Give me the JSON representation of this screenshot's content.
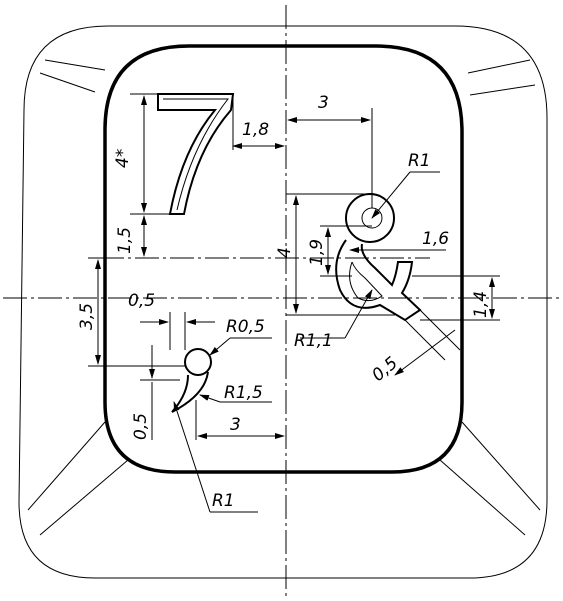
{
  "glyphs": {
    "digit": "7",
    "ampersand": "&"
  },
  "dimensions": {
    "d_4star": "4*",
    "d_1_8": "1,8",
    "d_3_top": "3",
    "d_r1_top": "R1",
    "d_4": "4",
    "d_1_9": "1,9",
    "d_1_6": "1,6",
    "d_1_5": "1,5",
    "d_3_5": "3,5",
    "d_0_5_left": "0,5",
    "d_r0_5": "R0,5",
    "d_1_4": "1,4",
    "d_r1_1": "R1,1",
    "d_0_5_right": "0,5",
    "d_r1_5": "R1,5",
    "d_0_5_bottom": "0,5",
    "d_3_bottom": "3",
    "d_r1_bottom": "R1"
  }
}
